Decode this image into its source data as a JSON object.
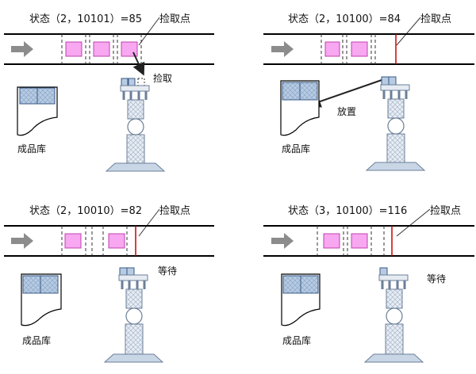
{
  "panels": [
    {
      "state_label": "状态（2，10101）=85",
      "pickup_label": "捡取点",
      "robot_action": "捡取",
      "warehouse_label": "成品库"
    },
    {
      "state_label": "状态（2，10100）=84",
      "pickup_label": "捡取点",
      "robot_action": "放置",
      "warehouse_label": "成品库"
    },
    {
      "state_label": "状态（2，10010）=82",
      "pickup_label": "捡取点",
      "robot_action": "等待",
      "warehouse_label": "成品库"
    },
    {
      "state_label": "状态（3，10100）=116",
      "pickup_label": "捡取点",
      "robot_action": "等待",
      "warehouse_label": "成品库"
    }
  ],
  "colors": {
    "item": "#f7a8f0",
    "item_border": "#c040b0",
    "box_fill": "#b7cbe3",
    "box_border": "#3a5a86",
    "robot_fill": "#e6ebf2",
    "robot_border": "#6b7f99",
    "base_fill": "#c9d6e6",
    "arrow_gray": "#8c8c8c",
    "pickup_line": "#cc0000"
  }
}
